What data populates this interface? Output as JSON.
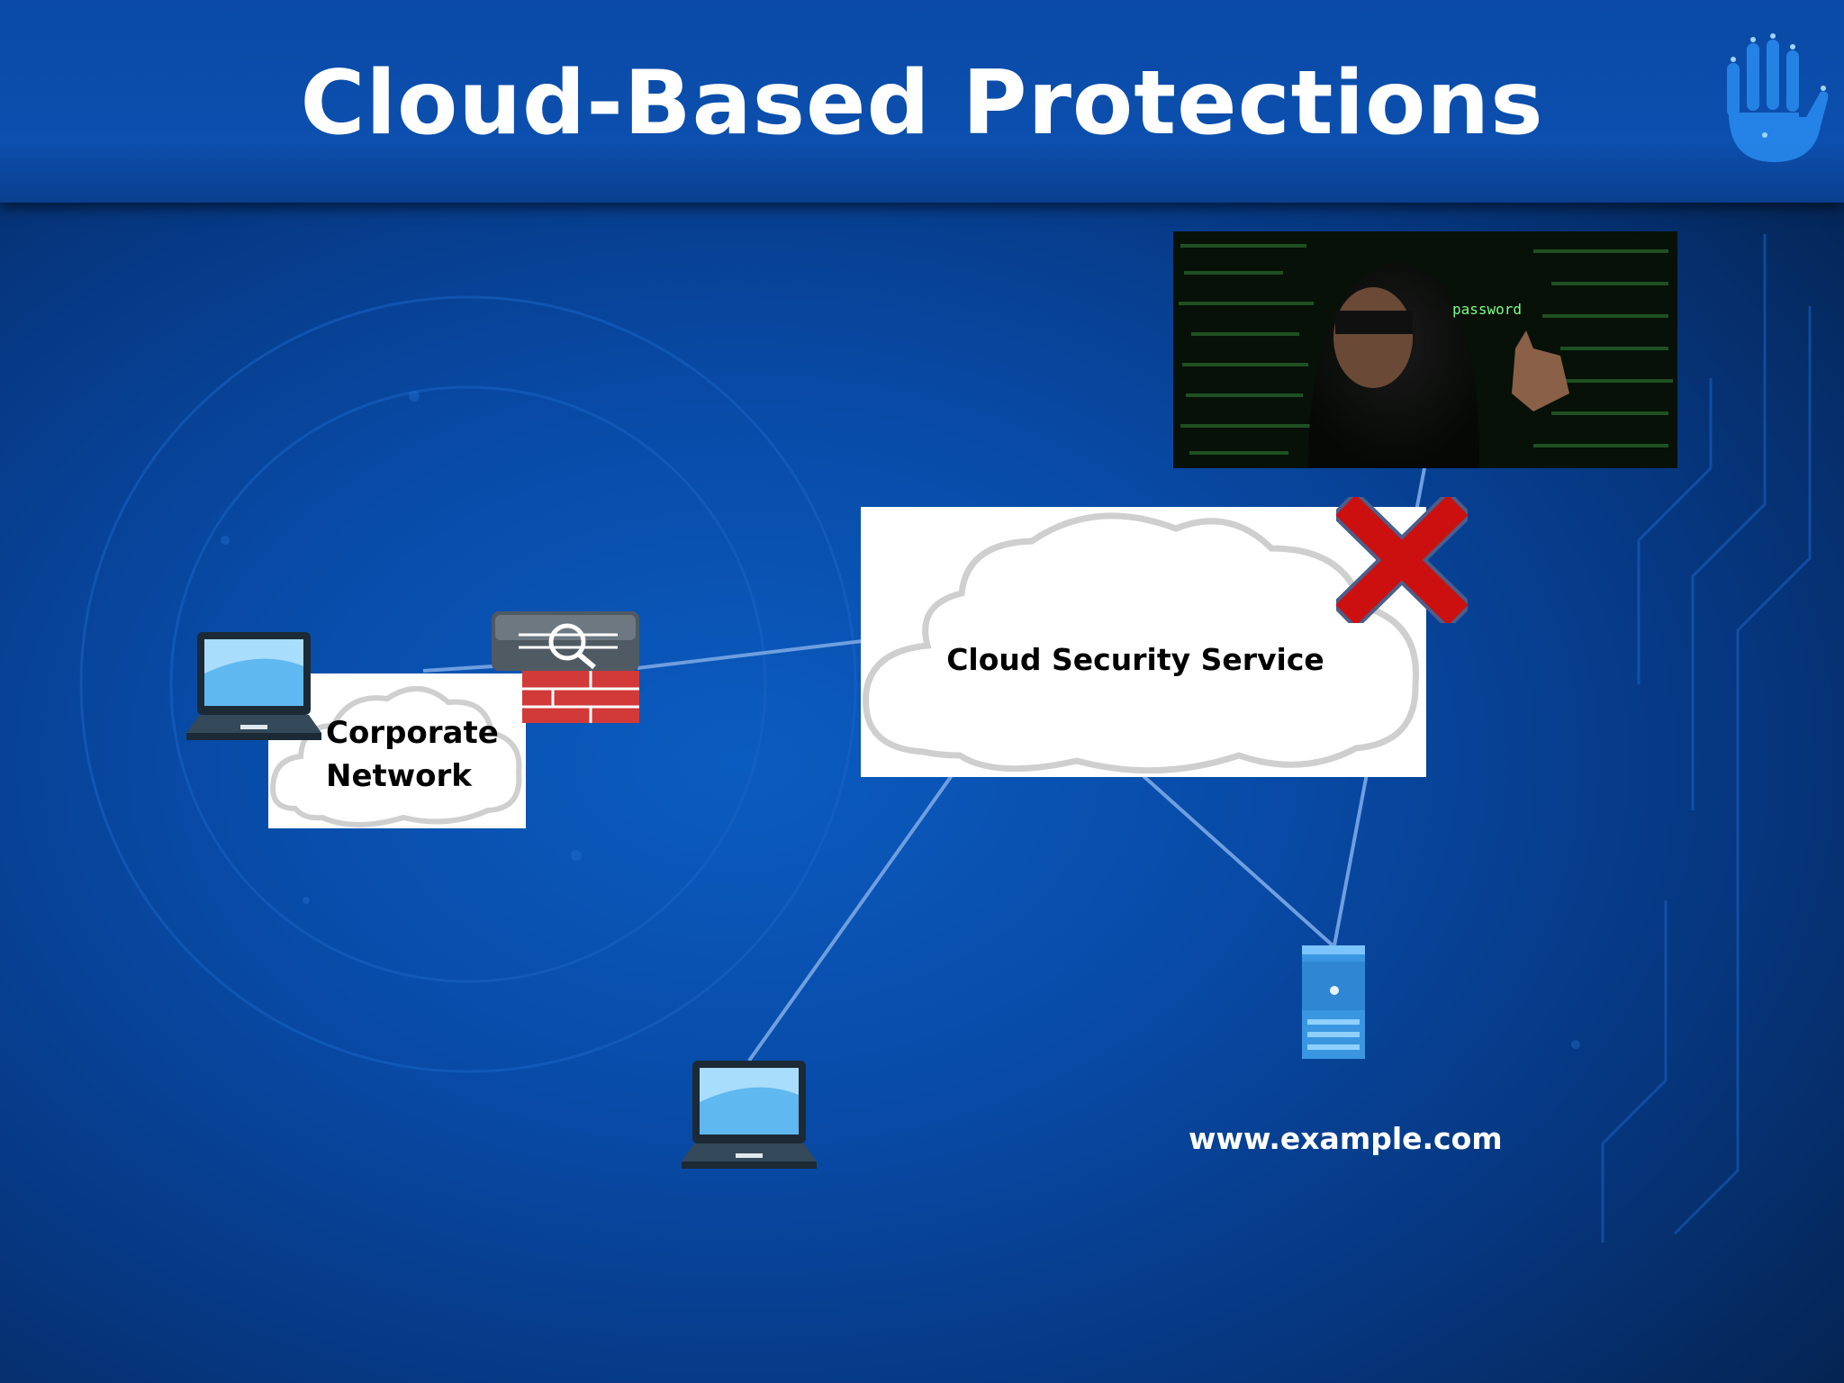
{
  "title": "Cloud-Based Protections",
  "colors": {
    "background": "#084aa6",
    "header": "#0c4fae",
    "connector": "#6f9fe0",
    "firewall_red": "#d23a3a",
    "blocked_x": "#cc1010",
    "logo": "#3a9cff"
  },
  "nodes": {
    "corporate_cloud": {
      "label": "Corporate\nNetwork"
    },
    "security_cloud": {
      "label": "Cloud Security Service"
    },
    "web_server": {
      "label": "www.example.com"
    },
    "hacker_photo": {
      "text": "password"
    }
  },
  "icons": {
    "logo": "hand-logo-icon",
    "laptop": "laptop-icon",
    "firewall": "firewall-icon",
    "server": "server-icon",
    "blocked": "red-x-icon"
  }
}
